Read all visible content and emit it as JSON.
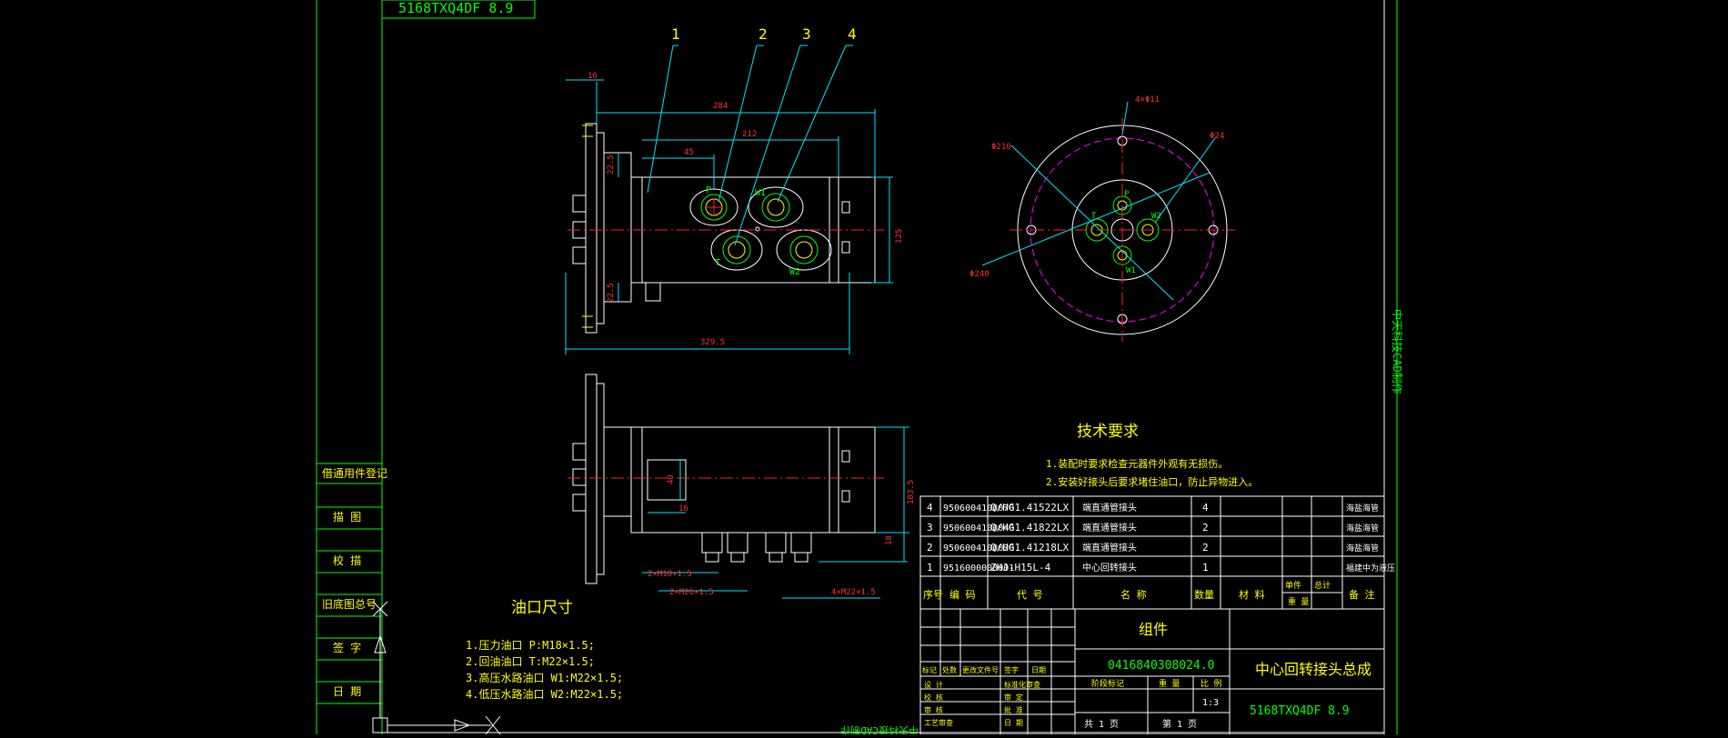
{
  "drawing_code_top": "5168TXQ4DF 8.9",
  "balloons": [
    "1",
    "2",
    "3",
    "4"
  ],
  "dims": {
    "d16": "16",
    "d284": "284",
    "d212": "212",
    "d45": "45",
    "d22_5a": "22.5",
    "d22_5b": "22.5",
    "d125": "125",
    "d329_5": "329.5",
    "d40": "40",
    "d16b": "16",
    "d183_5": "183.5",
    "d18": "18",
    "m18": "2×M18×1.5",
    "m26": "2×M26×1.5",
    "m22": "4×M22×1.5",
    "phi210": "Φ210",
    "phi240": "Φ240",
    "phi24": "Φ24",
    "holes": "4×Φ11"
  },
  "port_labels": {
    "p1": "P",
    "t1": "T",
    "w1": "W1",
    "w2": "W2",
    "p2": "P",
    "t2": "T",
    "w1b": "W1",
    "w2b": "W2"
  },
  "tech": {
    "title": "技术要求",
    "lines": [
      "1.装配时要求检查元器件外观有无损伤。",
      "2.安装好接头后要求堵住油口，防止异物进入。"
    ]
  },
  "oil": {
    "title": "油口尺寸",
    "lines": [
      "1.压力油口 P:M18×1.5;",
      "2.回油油口 T:M22×1.5;",
      "3.高压水路油口 W1:M22×1.5;",
      "4.低压水路油口 W2:M22×1.5;"
    ]
  },
  "bom": {
    "rows": [
      {
        "no": "4",
        "code": "9506004100070",
        "ref": "Q/HG1.41522LX",
        "name": "端直通管接头",
        "qty": "4",
        "note": "海盐海管"
      },
      {
        "no": "3",
        "code": "9506004100040",
        "ref": "Q/HG1.41822LX",
        "name": "端直通管接头",
        "qty": "2",
        "note": "海盐海管"
      },
      {
        "no": "2",
        "code": "9506004100020",
        "ref": "Q/HG1.41218LX",
        "name": "端直通管接头",
        "qty": "2",
        "note": "海盐海管"
      },
      {
        "no": "1",
        "code": "9516000000001",
        "ref": "ZHJ-H15L-4",
        "name": "中心回转接头",
        "qty": "1",
        "note": "福建中为液压"
      }
    ],
    "header": {
      "no": "序号",
      "code": "编  码",
      "ref": "代  号",
      "name": "名  称",
      "qty": "数量",
      "mat": "材  料",
      "unit": "单件",
      "total": "总计",
      "weight": "重  量",
      "note": "备  注"
    }
  },
  "title_block": {
    "group": "组件",
    "part_code": "0416840308024.0",
    "name": "中心回转接头总成",
    "drawing_code": "5168TXQ4DF 8.9",
    "stage": "阶段标记",
    "weight": "重  量",
    "ratio": "比  例",
    "scale": "1:3",
    "sheets": "共  1  页",
    "sheet_no": "第  1  页",
    "rev": [
      "标记",
      "处数",
      "更改文件号",
      "签字",
      "日期"
    ],
    "roles": [
      "设  计",
      "校  核",
      "审  核",
      "工艺审查"
    ],
    "roles2": [
      "标准化审查",
      "审  定",
      "批  准",
      "日  期"
    ]
  },
  "left_strip": [
    "借通用件登记",
    "描  图",
    "校  描",
    "旧底图总号",
    "签  字",
    "日  期"
  ],
  "right_text": "中天科技CAD制作",
  "bottom_text": "中天科技CAD制作"
}
